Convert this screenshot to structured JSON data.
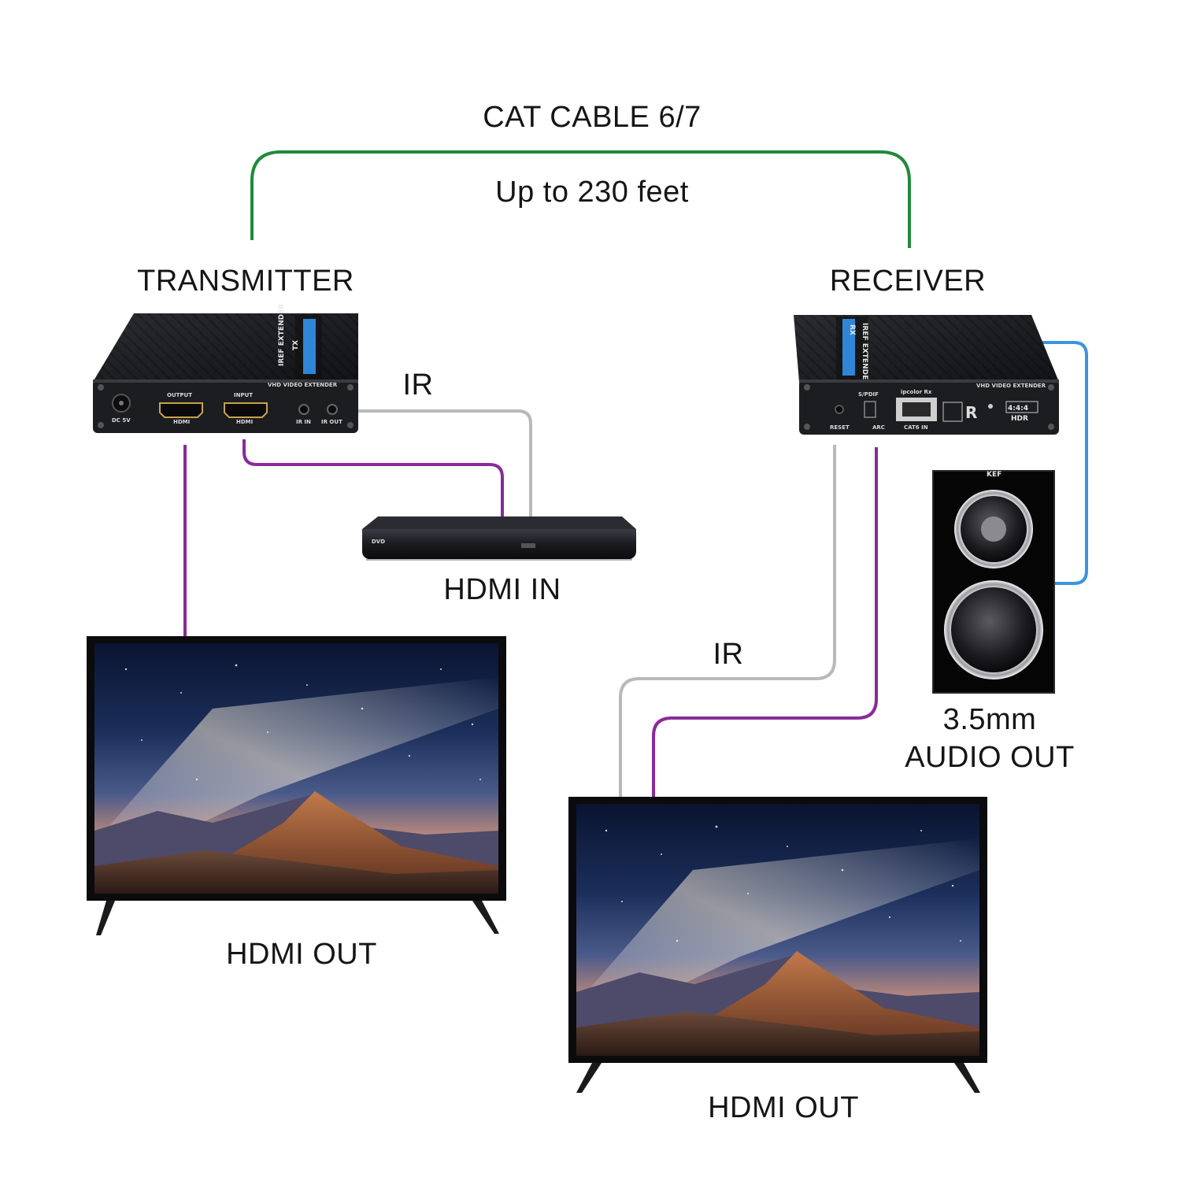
{
  "labels": {
    "cable": "CAT CABLE 6/7",
    "distance": "Up to 230 feet",
    "transmitter": "TRANSMITTER",
    "receiver": "RECEIVER",
    "ir_tx": "IR",
    "ir_rx": "IR",
    "hdmi_in": "HDMI IN",
    "hdmi_out_left": "HDMI OUT",
    "hdmi_out_right": "HDMI OUT",
    "audio_out_line1": "3.5mm",
    "audio_out_line2": "AUDIO OUT"
  },
  "transmitter_panel": {
    "dc": "DC 5V",
    "output_top": "OUTPUT",
    "output_bottom": "HDMI",
    "input_top": "INPUT",
    "input_bottom": "HDMI",
    "ir_in": "IR IN",
    "ir_out": "IR OUT",
    "brand": "IREF EXTENDER",
    "model": "TX",
    "badge": "VHD VIDEO EXTENDER"
  },
  "receiver_panel": {
    "reset": "RESET",
    "spdif": "S/PDIF",
    "arc": "ARC",
    "port_title": "ipcolor Rx",
    "port_label": "CAT6 IN",
    "hdr_top": "4:4:4",
    "hdr_bottom": "HDR",
    "brand": "IREF EXTENDER",
    "model": "RX",
    "badge": "VHD VIDEO EXTENDER"
  },
  "speaker_brand": "KEF",
  "dvd_logo": "DVD",
  "colors": {
    "cat_cable": "#1f8a3c",
    "hdmi_cable": "#8a2a9a",
    "ir_cable": "#b9b9b9",
    "audio_cable": "#3a95e0",
    "device_body": "#1e1f22",
    "accent_blue": "#2f86d6"
  }
}
